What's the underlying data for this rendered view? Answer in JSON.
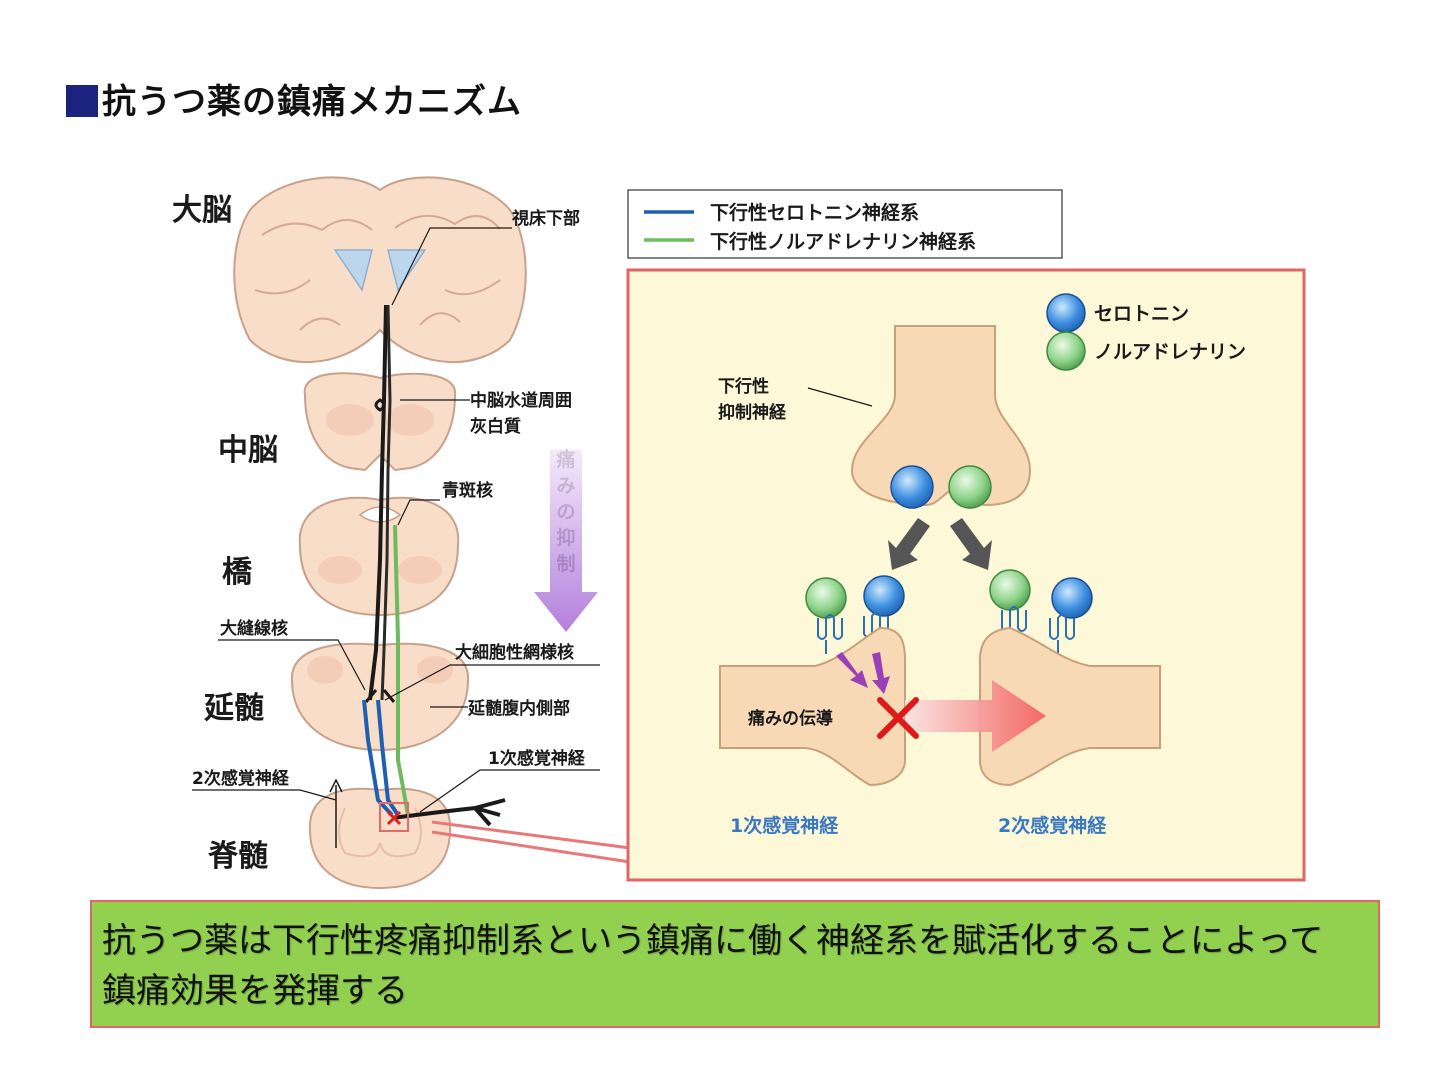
{
  "title": "抗うつ薬の鎮痛メカニズム",
  "regions": {
    "cerebrum": "大脳",
    "midbrain": "中脳",
    "pons": "橋",
    "medulla": "延髄",
    "spinal_cord": "脊髄"
  },
  "structures": {
    "hypothalamus": "視床下部",
    "pag_line1": "中脳水道周囲",
    "pag_line2": "灰白質",
    "locus_coeruleus": "青斑核",
    "raphe": "大縫線核",
    "magnocellular": "大細胞性網様核",
    "rvm": "延髄腹内側部",
    "primary_sensory": "1次感覚神経",
    "secondary_sensory": "2次感覚神経"
  },
  "pain_suppression": [
    "痛",
    "み",
    "の",
    "抑",
    "制"
  ],
  "legend": {
    "serotonin_path": "下行性セロトニン神経系",
    "noradrenaline_path": "下行性ノルアドレナリン神経系",
    "serotonin_color": "#1f5fb0",
    "noradrenaline_color": "#6dbb5e"
  },
  "detail": {
    "serotonin": "セロトニン",
    "noradrenaline": "ノルアドレナリン",
    "inhibitory_line1": "下行性",
    "inhibitory_line2": "抑制神経",
    "pain_conduction": "痛みの伝導",
    "primary": "1次感覚神経",
    "secondary": "2次感覚神経"
  },
  "summary": {
    "line1": "抗うつ薬は下行性疼痛抑制系という鎮痛に働く神経系を賦活化することによって",
    "line2": "鎮痛効果を発揮する"
  }
}
